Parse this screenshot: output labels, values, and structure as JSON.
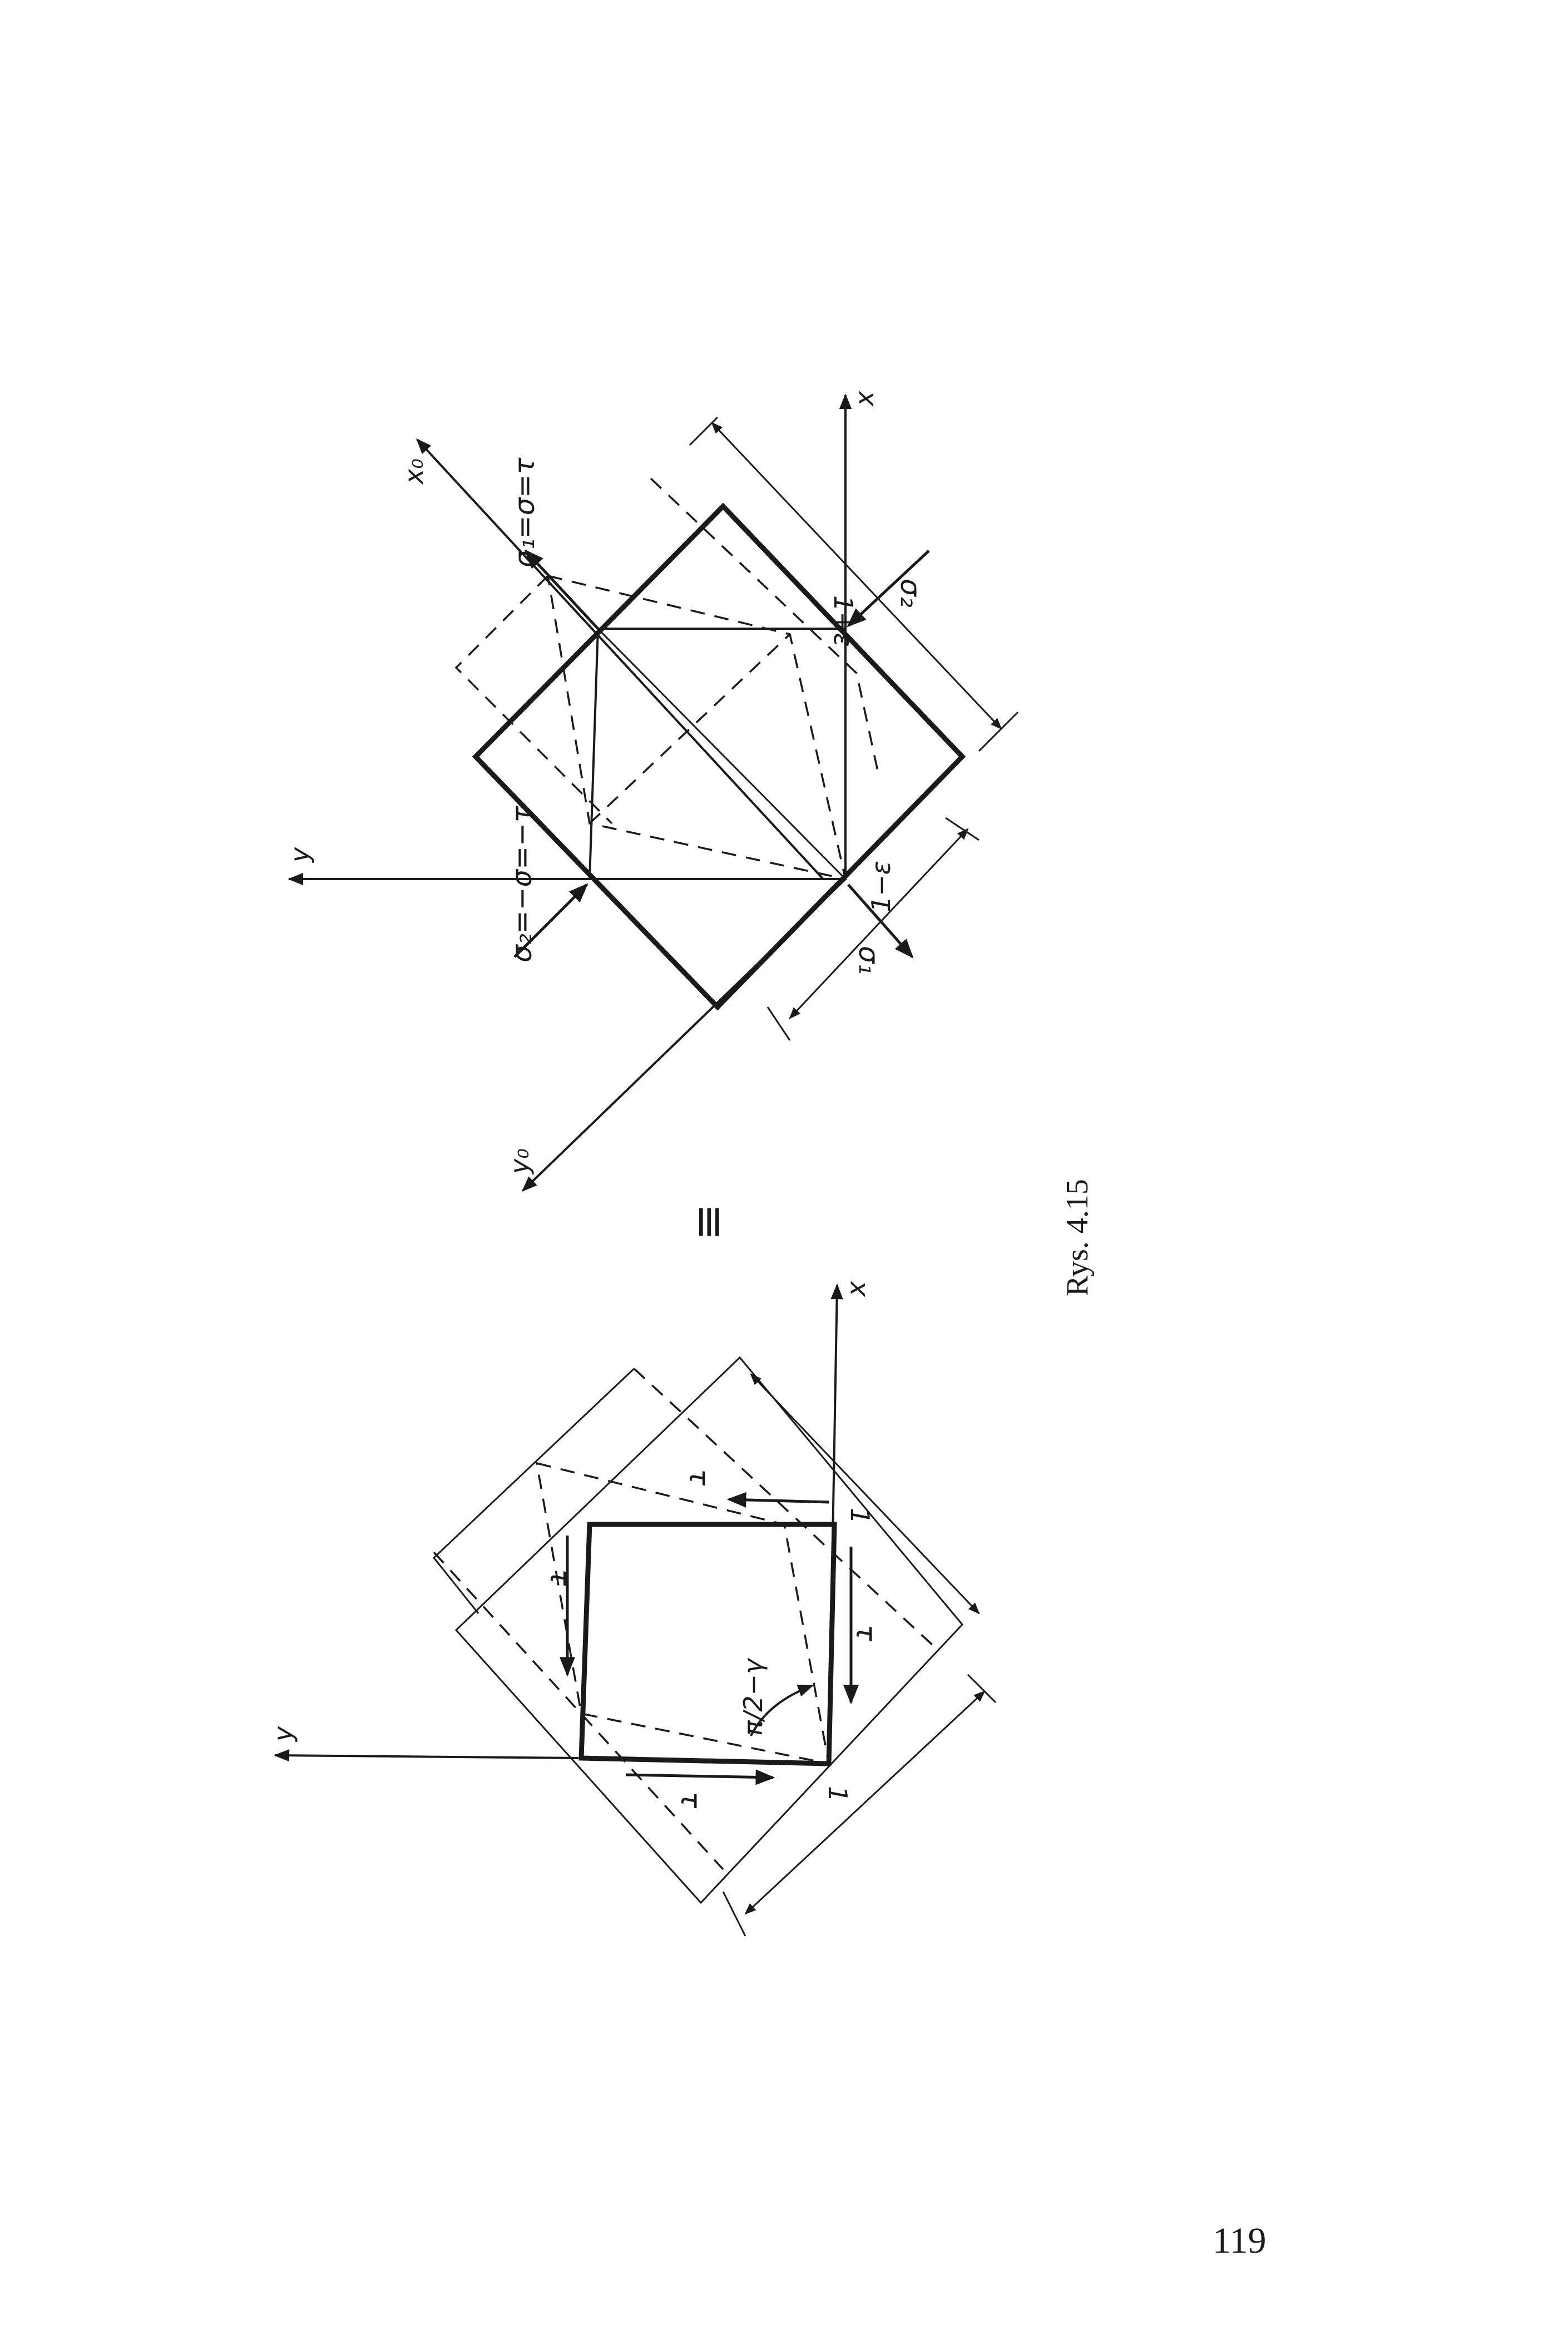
{
  "caption": "Rys. 4.15",
  "page_number": "119",
  "equivalence_symbol": "≡",
  "left_figure": {
    "axis_x": "x",
    "axis_y": "y",
    "shear_label": "τ",
    "side_label": "1",
    "angle_label": "π/2−γ"
  },
  "right_figure": {
    "axis_x": "x",
    "axis_y": "y",
    "axis_x0": "x₀",
    "axis_y0": "y₀",
    "sigma1_label": "σ₁",
    "sigma2_label": "σ₂",
    "sigma1_eq": "σ₁=σ=τ",
    "sigma2_eq": "σ₂=−σ=−τ",
    "stretch_label": "1+ε",
    "compress_label": "1−ε"
  },
  "colors": {
    "ink": "#1a1a1a",
    "paper": "#ffffff"
  }
}
